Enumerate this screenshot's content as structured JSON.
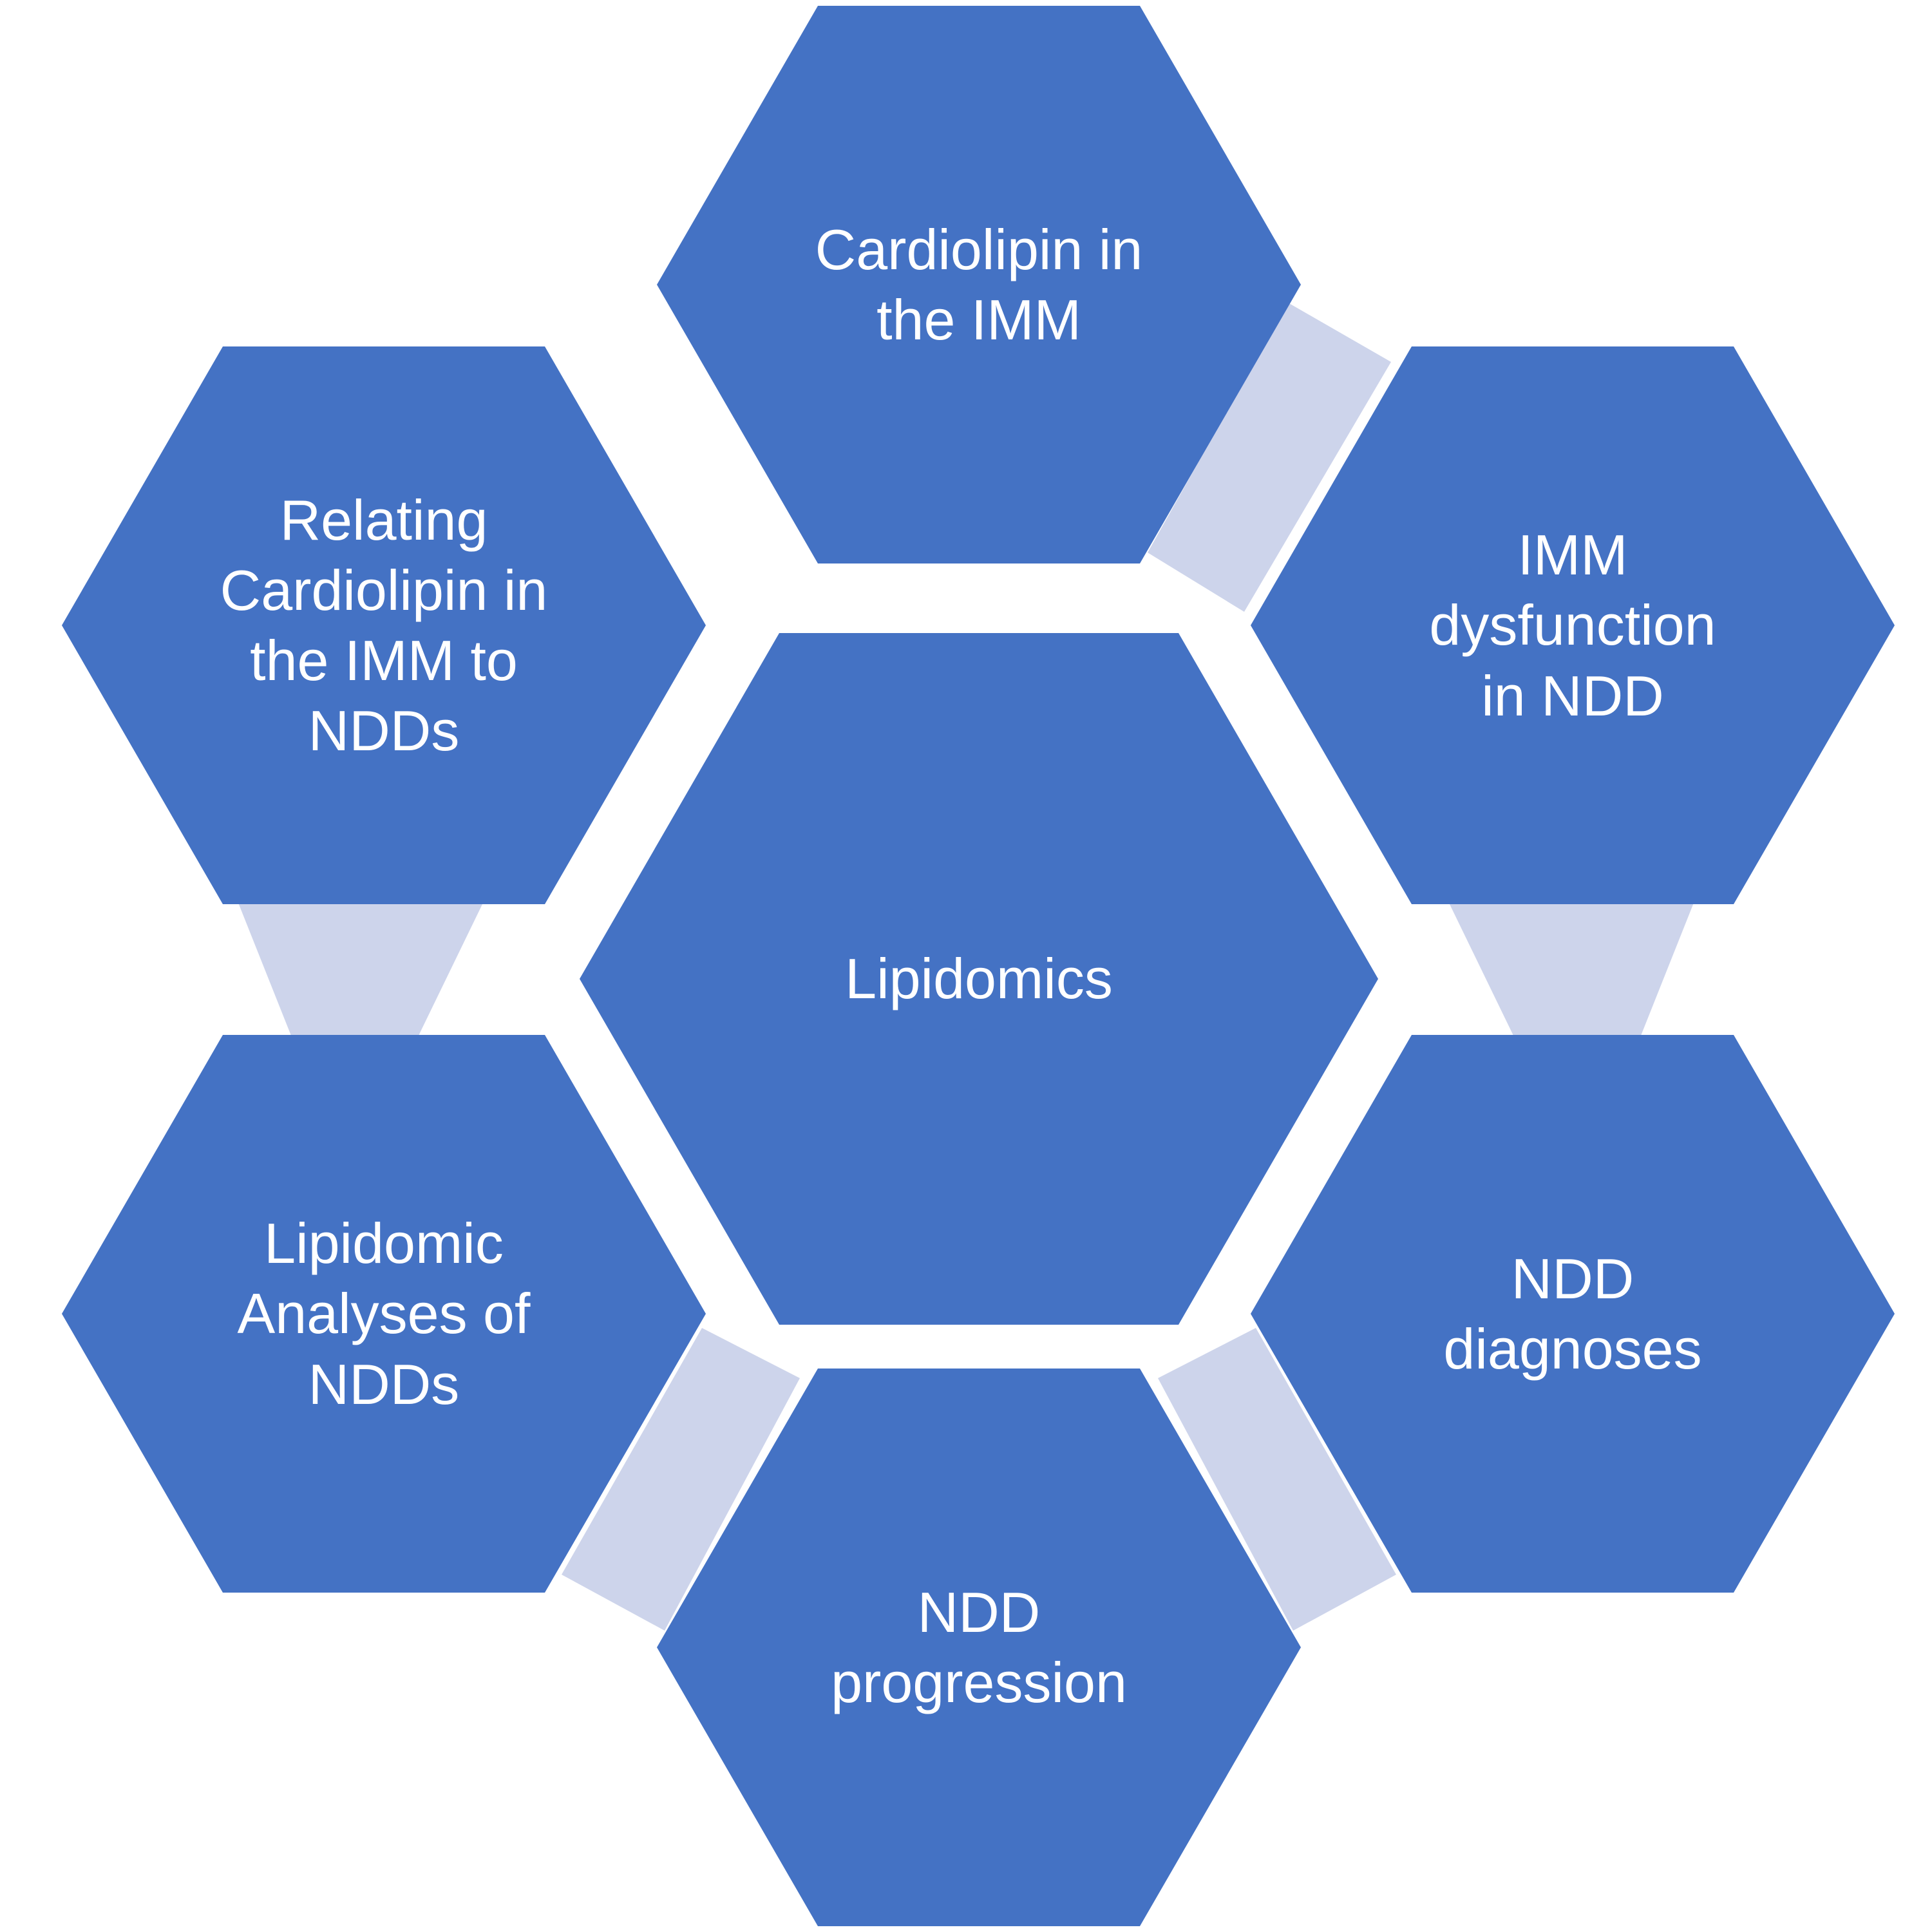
{
  "diagram": {
    "type": "hexagon-cluster",
    "center": {
      "id": "center",
      "label": "Lipidomics"
    },
    "nodes": [
      {
        "id": "top",
        "label": "Cardiolipin in\nthe IMM"
      },
      {
        "id": "upper-right",
        "label": "IMM\ndysfunction\nin NDD"
      },
      {
        "id": "lower-right",
        "label": "NDD\ndiagnoses"
      },
      {
        "id": "bottom",
        "label": "NDD\nprogression"
      },
      {
        "id": "lower-left",
        "label": "Lipidomic\nAnalyses of\nNDDs"
      },
      {
        "id": "upper-left",
        "label": "Relating\nCardiolipin in\nthe IMM to\nNDDs"
      }
    ],
    "connectors": [
      {
        "between": [
          "top",
          "upper-right"
        ]
      },
      {
        "between": [
          "upper-right",
          "lower-right"
        ]
      },
      {
        "between": [
          "lower-right",
          "bottom"
        ]
      },
      {
        "between": [
          "bottom",
          "lower-left"
        ]
      },
      {
        "between": [
          "upper-left",
          "lower-left"
        ]
      }
    ],
    "colors": {
      "hexagon": "#4472C4",
      "connector": "#CDD4EB",
      "text": "#FFFFFF",
      "background": "#FFFFFF"
    }
  }
}
